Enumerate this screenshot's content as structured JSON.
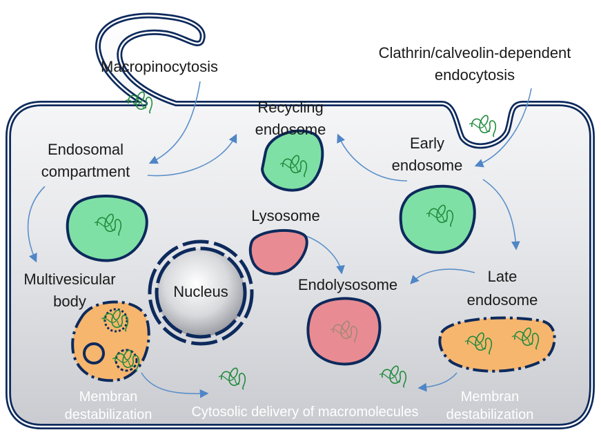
{
  "labels": {
    "macropinocytosis": "Macropinocytosis",
    "clathrin_line1": "Clathrin/calveolin-dependent",
    "clathrin_line2": "endocytosis",
    "recycling_line1": "Recycling",
    "recycling_line2": "endosome",
    "endosomal_line1": "Endosomal",
    "endosomal_line2": "compartment",
    "early_line1": "Early",
    "early_line2": "endosome",
    "lysosome": "Lysosome",
    "nucleus": "Nucleus",
    "mvb_line1": "Multivesicular",
    "mvb_line2": "body",
    "endolysosome": "Endolysosome",
    "late_line1": "Late",
    "late_line2": "endosome",
    "membran_left_line1": "Membran",
    "membran_left_line2": "destabilization",
    "cytosolic": "Cytosolic delivery of macromolecules",
    "membran_right_line1": "Membran",
    "membran_right_line2": "destabilization"
  },
  "colors": {
    "membrane": "#0d2a5c",
    "green_vesicle": "#7fe0a6",
    "red_vesicle": "#e98b93",
    "orange_vesicle": "#f6b66e",
    "arrow": "#5a8fc9",
    "cargo": "#1f8a3a"
  }
}
